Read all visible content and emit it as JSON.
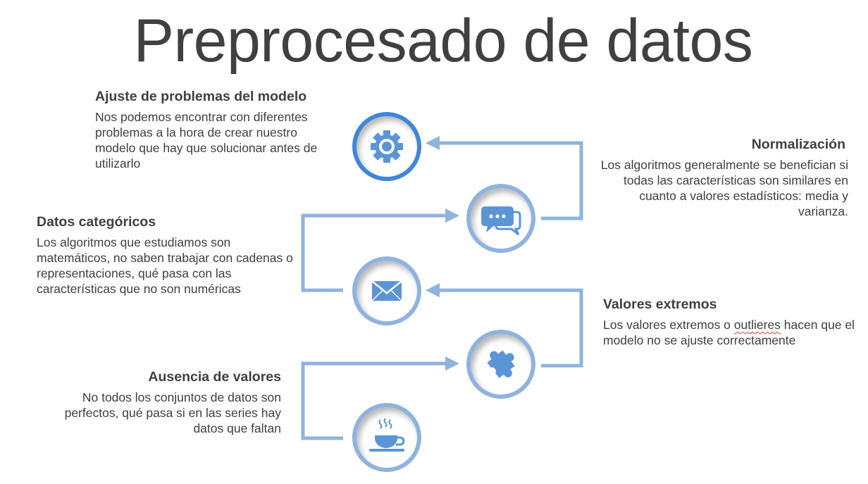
{
  "title": "Preprocesado de datos",
  "steps": [
    {
      "heading": "Ajuste de problemas del modelo",
      "text": "Nos podemos encontrar con diferentes problemas a la hora de crear nuestro modelo que hay que solucionar antes de utilizarlo",
      "icon": "gear-icon"
    },
    {
      "heading": "Normalización",
      "text": "Los algoritmos generalmente se benefician si todas las características son similares en cuanto a valores estadísticos: media y varianza.",
      "icon": "chat-bubbles-icon"
    },
    {
      "heading": "Datos categóricos",
      "text": "Los algoritmos que estudiamos son matemáticos, no saben trabajar con cadenas o representaciones, qué pasa con las características que no son numéricas",
      "icon": "envelope-icon"
    },
    {
      "heading": "Valores extremos",
      "text_before": "Los valores extremos o ",
      "text_flagged": "outlieres",
      "text_after": " hacen que el modelo no se ajuste correctamente",
      "icon": "puzzle-piece-icon"
    },
    {
      "heading": "Ausencia de valores",
      "text": "No todos los conjuntos de datos son perfectos, qué pasa si en las series hay datos que faltan",
      "icon": "coffee-cup-icon"
    }
  ],
  "colors": {
    "text": "#404040",
    "connector": "#8fb3de",
    "node_ring": "#8fb3de",
    "node_ring_primary": "#3f86d8",
    "icon_fill": "#5b95d6",
    "spell_flag": "#e04040"
  }
}
